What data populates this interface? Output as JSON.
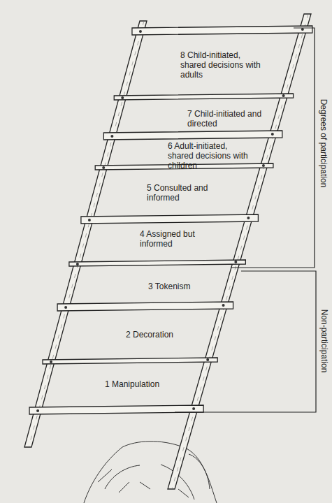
{
  "diagram": {
    "labels": [
      "8 Child-initiated, shared decisions with adults",
      "7 Child-initiated and directed",
      "6 Adult-initiated, shared decisions with children",
      "5 Consulted and informed",
      "4 Assigned but informed",
      "3 Tokenism",
      "2 Decoration",
      "1 Manipulation",
      "Degrees of participation",
      "Non-participation"
    ]
  }
}
